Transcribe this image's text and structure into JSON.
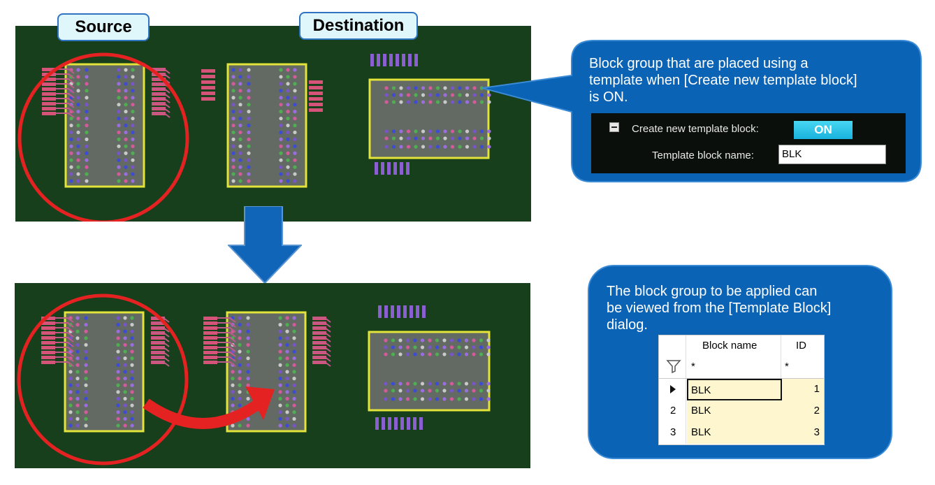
{
  "labels": {
    "source": "Source",
    "destination": "Destination"
  },
  "top_callout": {
    "line1": "Block group that are placed using a",
    "line2": "template when [Create new template block]",
    "line3": "is ON.",
    "option_label": "Create new template block:",
    "toggle_value": "ON",
    "name_label": "Template block name:",
    "name_value": "BLK"
  },
  "bottom_callout": {
    "line1": "The block group to be applied can",
    "line2": "be viewed from the [Template Block]",
    "line3": "dialog."
  },
  "template_table": {
    "col_name": "Block name",
    "col_id": "ID",
    "filter_name": "*",
    "filter_id": "*",
    "rows": [
      {
        "marker": "",
        "name": "BLK",
        "id": "1"
      },
      {
        "marker": "2",
        "name": "BLK",
        "id": "2"
      },
      {
        "marker": "3",
        "name": "BLK",
        "id": "3"
      }
    ]
  },
  "colors": {
    "board": "#173f1c",
    "outline": "#e3e33a",
    "circle": "#e52222",
    "callout": "#0b63b5",
    "arrow": "#1165b8"
  }
}
